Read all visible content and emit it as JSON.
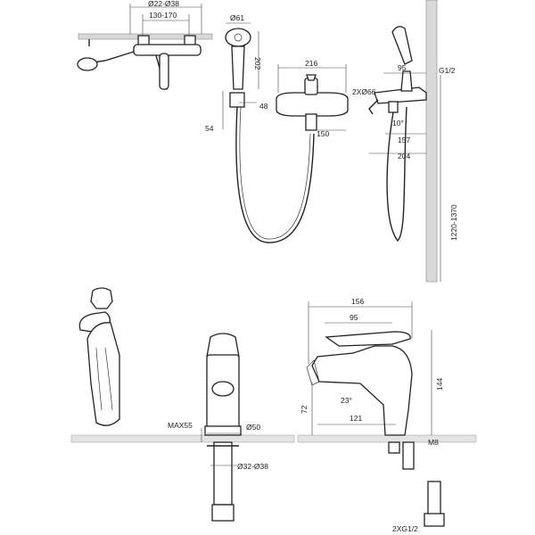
{
  "labels": {
    "d22_38": "Ø22-Ø38",
    "r130_170": "130-170",
    "d61": "Ø61",
    "v202": "202",
    "v48": "48",
    "v54": "54",
    "w216": "216",
    "x2x66": "2XØ66",
    "v150": "150",
    "w95_top": "95",
    "g12": "G1/2",
    "ang10": "10°",
    "v157": "157",
    "v204": "204",
    "h1220_1370": "1220-1370",
    "w156": "156",
    "w95_bot": "95",
    "v144": "144",
    "v72": "72",
    "ang23": "23°",
    "v121": "121",
    "max55": "MAX55",
    "d50": "Ø50",
    "d32_38": "Ø32-Ø38",
    "m8": "M8",
    "x2g12": "2XG1/2"
  }
}
